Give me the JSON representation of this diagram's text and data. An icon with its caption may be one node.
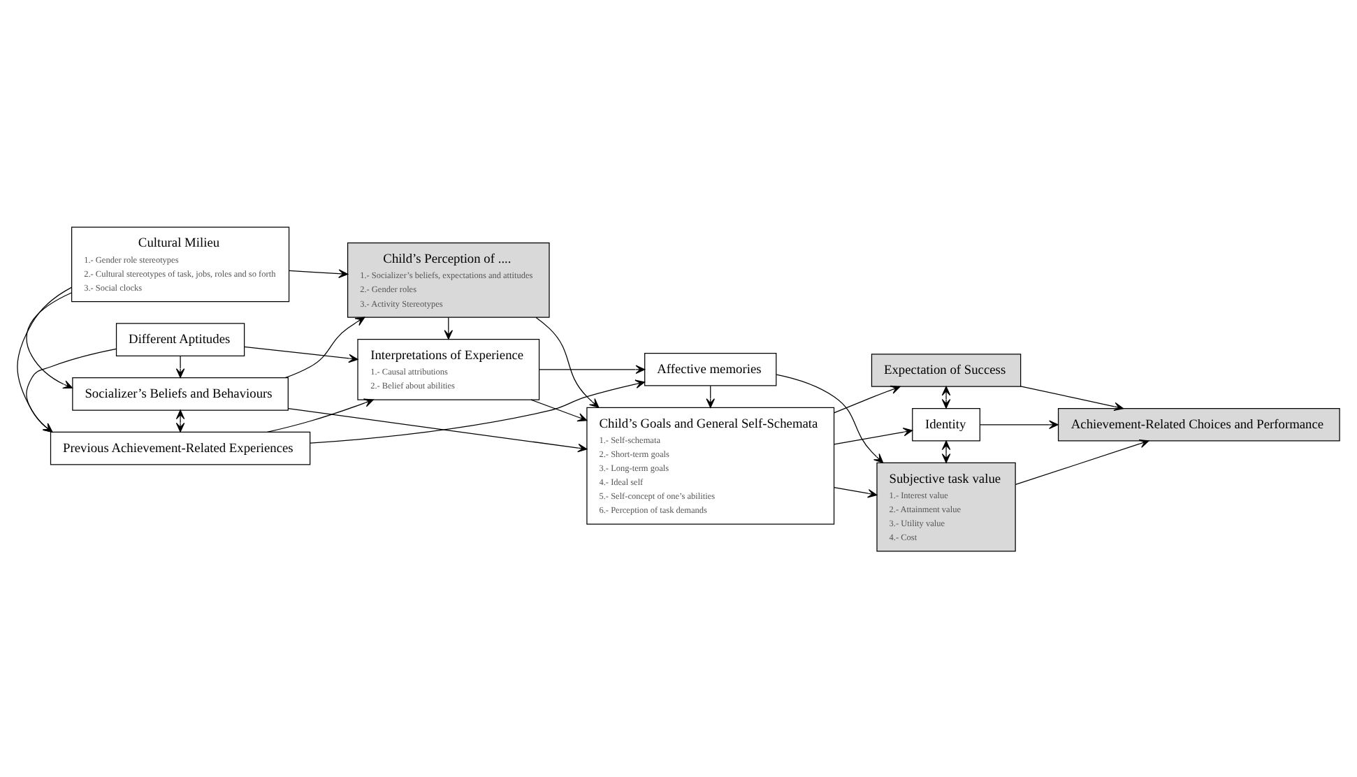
{
  "diagram": {
    "nodes": [
      {
        "text": [
          "Cultural Milieu",
          "1.- Gender role stereotypes",
          "2.- Cultural stereotypes of task, jobs, roles and so forth",
          "3.- Social clocks"
        ]
      },
      {
        "text": [
          "Socializer’s Beliefs and Behaviours"
        ]
      },
      {
        "text": [
          "Different Aptitudes"
        ]
      },
      {
        "text": [
          "Previous Achievement-Related Experiences"
        ]
      },
      {
        "text": [
          "Child’s Perception of ....",
          "1.- Socializer’s beliefs, expectations and attitudes",
          "2.- Gender roles",
          "3.- Activity Stereotypes"
        ]
      },
      {
        "text": [
          "Interpretations of Experience",
          "1.- Causal attributions",
          "2.- Belief about abilities"
        ]
      },
      {
        "text": [
          "Child’s Goals and General Self-Schemata",
          "1.- Self-schemata",
          "2.- Short-term goals",
          "3.- Long-term goals",
          "4.- Ideal self",
          "5.- Self-concept of one’s abilities",
          "6.- Perception of task demands"
        ]
      },
      {
        "text": [
          "Affective memories"
        ]
      },
      {
        "text": [
          "Expectation of Success"
        ]
      },
      {
        "text": [
          "Achievement-Related Choices and Performance"
        ]
      },
      {
        "text": [
          "Identity"
        ]
      },
      {
        "text": [
          "Subjective task value",
          "1.- Interest value",
          "2.- Attainment value",
          "3.- Utility value",
          "4.- Cost"
        ]
      }
    ],
    "edges": [
      {
        "from": 0,
        "to": 4,
        "arrow": "to"
      },
      {
        "from": 0,
        "to": 1,
        "arrow": "to"
      },
      {
        "from": 0,
        "to": 3,
        "arrow": "to"
      },
      {
        "from": 1,
        "to": 4,
        "arrow": "to"
      },
      {
        "from": 1,
        "to": 6,
        "arrow": "to"
      },
      {
        "from": 1,
        "to": 3,
        "arrow": "both"
      },
      {
        "from": 2,
        "to": 1,
        "arrow": "to"
      },
      {
        "from": 2,
        "to": 5,
        "arrow": "to"
      },
      {
        "from": 2,
        "to": 3,
        "arrow": "to"
      },
      {
        "from": 3,
        "to": 5,
        "arrow": "to"
      },
      {
        "from": 3,
        "to": 7,
        "arrow": "to"
      },
      {
        "from": 4,
        "to": 6,
        "arrow": "to"
      },
      {
        "from": 4,
        "to": 5,
        "arrow": "to"
      },
      {
        "from": 5,
        "to": 6,
        "arrow": "to"
      },
      {
        "from": 5,
        "to": 7,
        "arrow": "to"
      },
      {
        "from": 7,
        "to": 6,
        "arrow": "to"
      },
      {
        "from": 7,
        "to": 11,
        "arrow": "to"
      },
      {
        "from": 6,
        "to": 8,
        "arrow": "to"
      },
      {
        "from": 6,
        "to": 10,
        "arrow": "to"
      },
      {
        "from": 6,
        "to": 11,
        "arrow": "to"
      },
      {
        "from": 8,
        "to": 10,
        "arrow": "both"
      },
      {
        "from": 8,
        "to": 9,
        "arrow": "to"
      },
      {
        "from": 10,
        "to": 9,
        "arrow": "to"
      },
      {
        "from": 10,
        "to": 11,
        "arrow": "both"
      },
      {
        "from": 11,
        "to": 9,
        "arrow": "to"
      }
    ]
  }
}
